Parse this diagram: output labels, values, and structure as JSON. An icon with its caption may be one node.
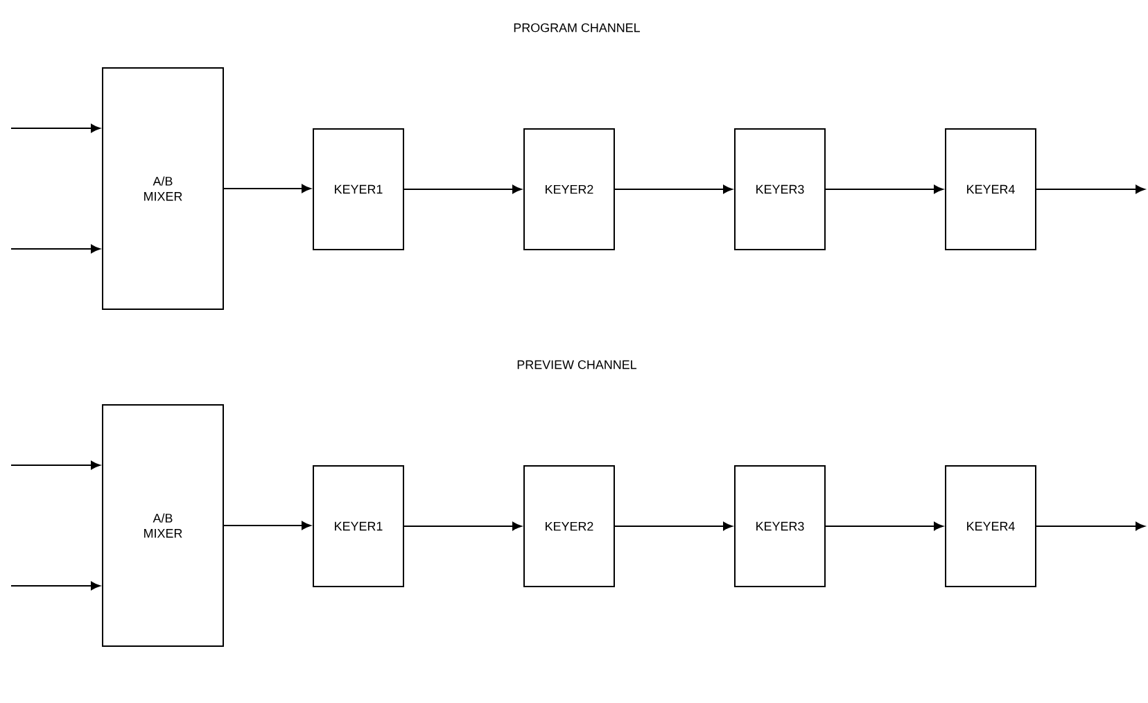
{
  "diagram": {
    "nodes": [
      {
        "text": [
          "A/B MIXER"
        ]
      },
      {
        "text": [
          "KEYER1"
        ]
      },
      {
        "text": [
          "KEYER2"
        ]
      },
      {
        "text": [
          "KEYER3"
        ]
      },
      {
        "text": [
          "KEYER4"
        ]
      },
      {
        "text": [
          "A/B MIXER"
        ]
      },
      {
        "text": [
          "KEYER1"
        ]
      },
      {
        "text": [
          "KEYER2"
        ]
      },
      {
        "text": [
          "KEYER3"
        ]
      },
      {
        "text": [
          "KEYER4"
        ]
      }
    ],
    "edges": [
      {
        "from": null,
        "to": 0,
        "arrow": "to"
      },
      {
        "from": null,
        "to": 0,
        "arrow": "to"
      },
      {
        "from": 0,
        "to": 1,
        "arrow": "to"
      },
      {
        "from": 1,
        "to": 2,
        "arrow": "to"
      },
      {
        "from": 2,
        "to": 3,
        "arrow": "to"
      },
      {
        "from": 3,
        "to": 4,
        "arrow": "to"
      },
      {
        "from": 4,
        "to": null,
        "arrow": "to"
      },
      {
        "from": null,
        "to": 5,
        "arrow": "to"
      },
      {
        "from": null,
        "to": 5,
        "arrow": "to"
      },
      {
        "from": 5,
        "to": 6,
        "arrow": "to"
      },
      {
        "from": 6,
        "to": 7,
        "arrow": "to"
      },
      {
        "from": 7,
        "to": 8,
        "arrow": "to"
      },
      {
        "from": 8,
        "to": 9,
        "arrow": "to"
      },
      {
        "from": 9,
        "to": null,
        "arrow": "to"
      }
    ],
    "labels": [
      "PROGRAM CHANNEL",
      "PREVIEW CHANNEL"
    ]
  }
}
